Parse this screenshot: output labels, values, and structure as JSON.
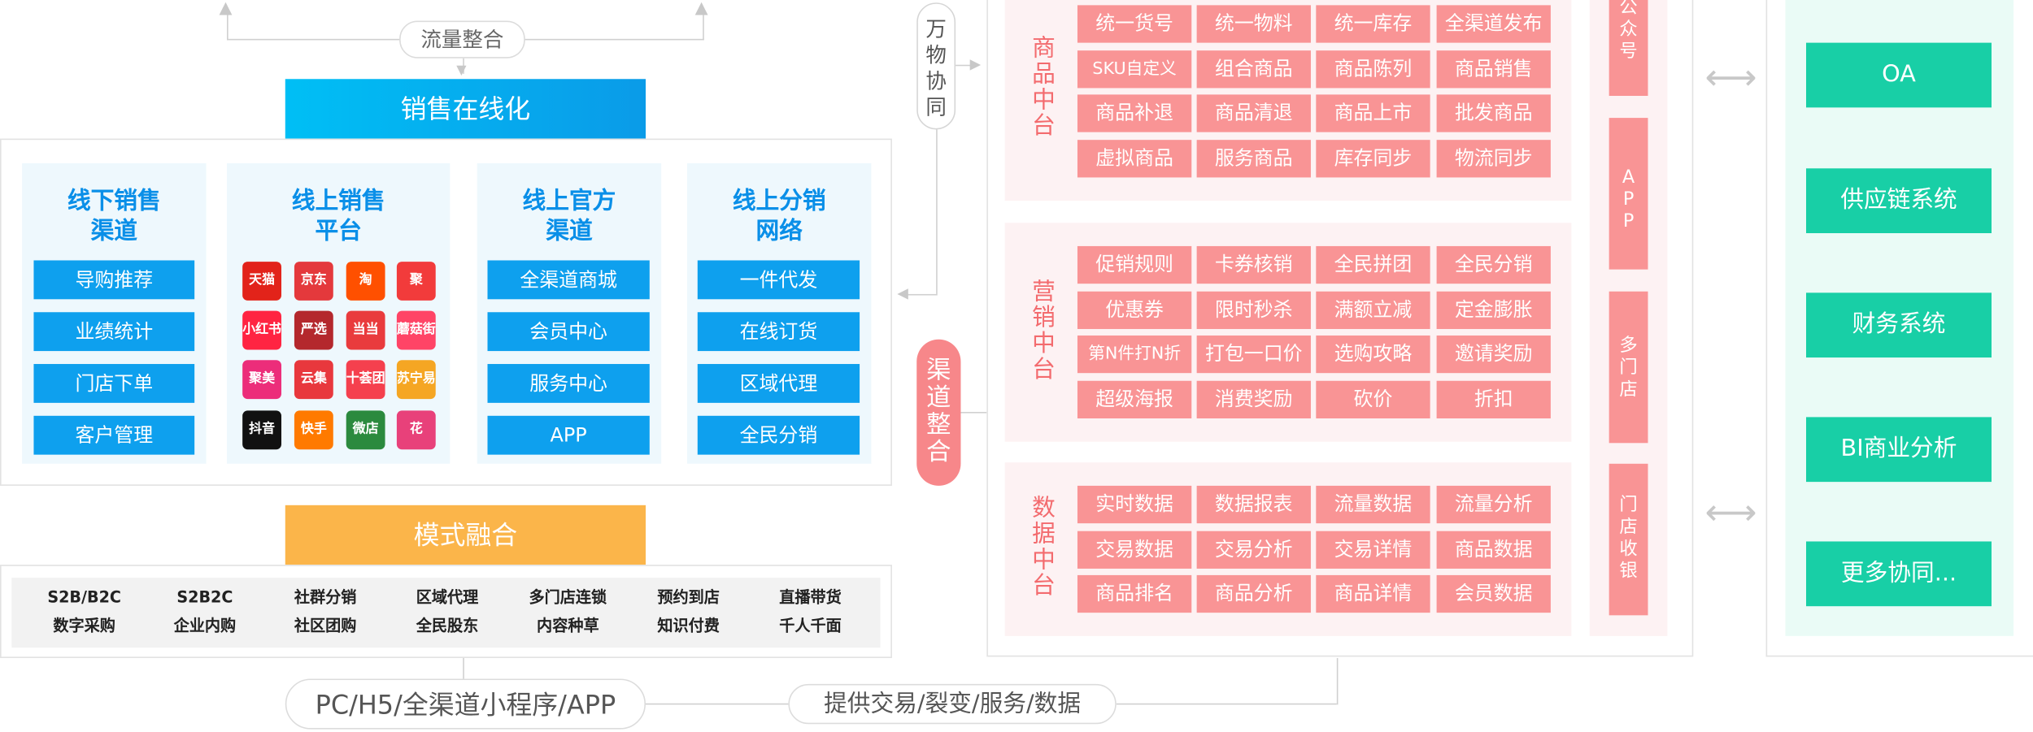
{
  "top_pill": "流量整合",
  "sales_online": "销售在线化",
  "channels": [
    {
      "title_l1": "线下销售",
      "title_l2": "渠道",
      "items": [
        "导购推荐",
        "业绩统计",
        "门店下单",
        "客户管理"
      ]
    },
    {
      "title_l1": "线上销售",
      "title_l2": "平台"
    },
    {
      "title_l1": "线上官方",
      "title_l2": "渠道",
      "items": [
        "全渠道商城",
        "会员中心",
        "服务中心",
        "APP"
      ]
    },
    {
      "title_l1": "线上分销",
      "title_l2": "网络",
      "items": [
        "一件代发",
        "在线订货",
        "区域代理",
        "全民分销"
      ]
    }
  ],
  "platform_logos": [
    {
      "label": "天猫",
      "color": "#e2231a"
    },
    {
      "label": "京东",
      "color": "#e4393c"
    },
    {
      "label": "淘",
      "color": "#ff5000"
    },
    {
      "label": "聚",
      "color": "#f23b3b"
    },
    {
      "label": "小红书",
      "color": "#ff2442"
    },
    {
      "label": "严选",
      "color": "#b4282d"
    },
    {
      "label": "当当",
      "color": "#e93b3d"
    },
    {
      "label": "蘑菇街",
      "color": "#ff4466"
    },
    {
      "label": "聚美",
      "color": "#ec2d7a"
    },
    {
      "label": "云集",
      "color": "#e8383d"
    },
    {
      "label": "十荟团",
      "color": "#f5404e"
    },
    {
      "label": "苏宁易购",
      "color": "#f5a623"
    },
    {
      "label": "抖音",
      "color": "#111111"
    },
    {
      "label": "快手",
      "color": "#ff7a00"
    },
    {
      "label": "微店",
      "color": "#2b8a3e"
    },
    {
      "label": "花",
      "color": "#e8417a"
    }
  ],
  "mode_fusion": "模式融合",
  "modes": [
    [
      "S2B/B2C",
      "数字采购"
    ],
    [
      "S2B2C",
      "企业内购"
    ],
    [
      "社群分销",
      "社区团购"
    ],
    [
      "区域代理",
      "全民股东"
    ],
    [
      "多门店连锁",
      "内容种草"
    ],
    [
      "预约到店",
      "知识付费"
    ],
    [
      "直播带货",
      "千人千面"
    ]
  ],
  "bottom_left_pill": "PC/H5/全渠道小程序/APP",
  "bottom_right_pill": "提供交易/裂变/服务/数据",
  "wanwu_label": "万物协同",
  "channel_integration": "渠道整合",
  "middle_platforms": [
    {
      "title": "商品中台",
      "items": [
        "统一货号",
        "统一物料",
        "统一库存",
        "全渠道发布",
        "SKU自定义",
        "组合商品",
        "商品陈列",
        "商品销售",
        "商品补退",
        "商品清退",
        "商品上市",
        "批发商品",
        "虚拟商品",
        "服务商品",
        "库存同步",
        "物流同步"
      ]
    },
    {
      "title": "营销中台",
      "items": [
        "促销规则",
        "卡券核销",
        "全民拼团",
        "全民分销",
        "优惠券",
        "限时秒杀",
        "满额立减",
        "定金膨胀",
        "第N件打N折",
        "打包一口价",
        "选购攻略",
        "邀请奖励",
        "超级海报",
        "消费奖励",
        "砍价",
        "折扣"
      ]
    },
    {
      "title": "数据中台",
      "items": [
        "实时数据",
        "数据报表",
        "流量数据",
        "流量分析",
        "交易数据",
        "交易分析",
        "交易详情",
        "商品数据",
        "商品排名",
        "商品分析",
        "商品详情",
        "会员数据"
      ]
    }
  ],
  "vertical_tabs": [
    "公众号",
    "APP",
    "多门店",
    "门店收银"
  ],
  "systems": [
    "OA",
    "供应链系统",
    "财务系统",
    "BI商业分析",
    "更多协同..."
  ],
  "colors": {
    "blue": "#0ea0ee",
    "pink": "#f99495",
    "green": "#18cfa6",
    "orange": "#fbb54a"
  }
}
